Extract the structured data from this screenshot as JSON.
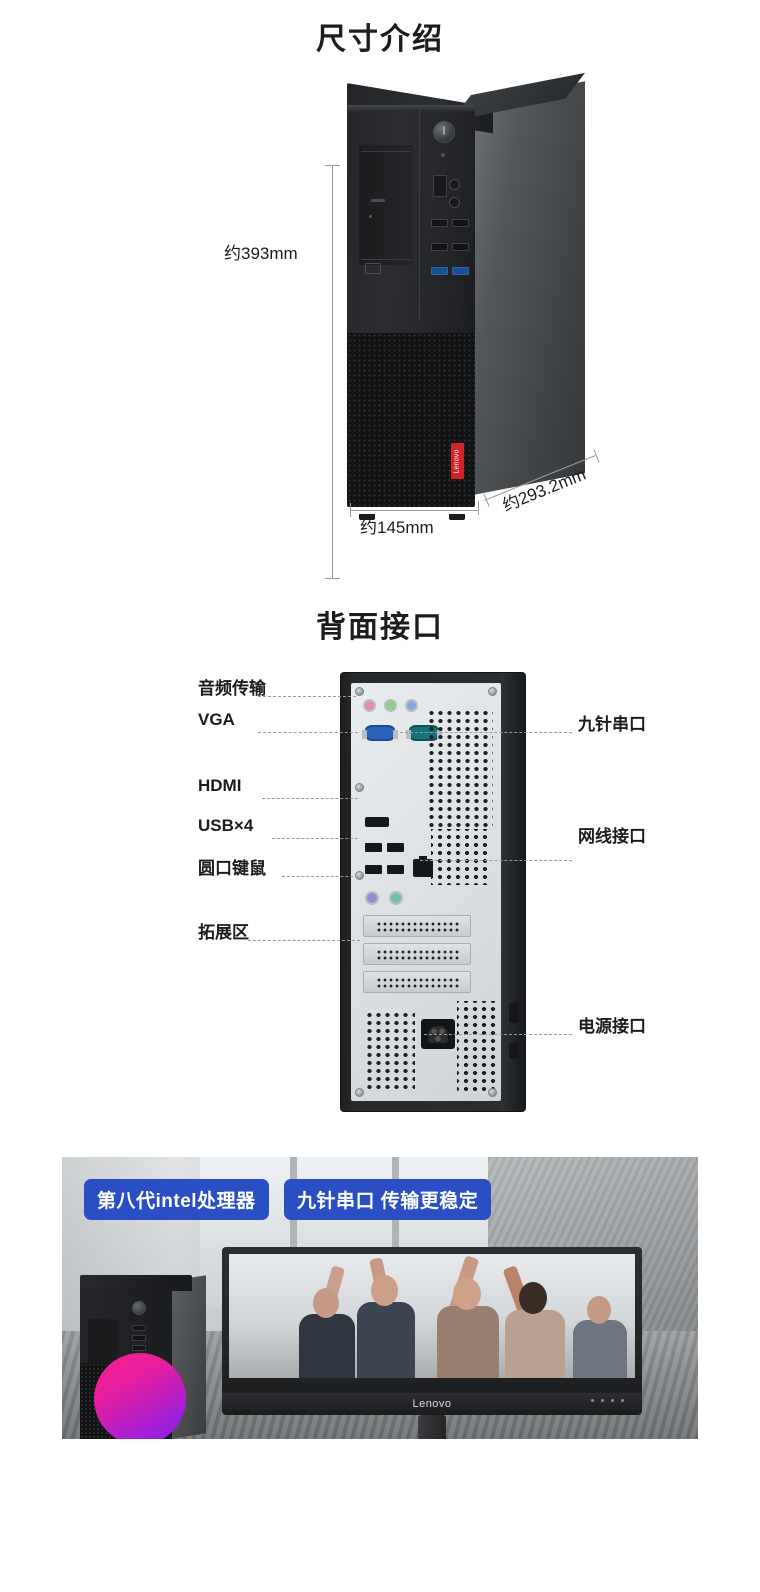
{
  "sections": {
    "dimension": {
      "title": "尺寸介绍",
      "height_label": "约393mm",
      "width_label": "约145mm",
      "depth_label": "约293.2mm",
      "brand_badge": "Lenovo"
    },
    "rear": {
      "title": "背面接口",
      "left_callouts": [
        {
          "label": "音频传输"
        },
        {
          "label": "VGA"
        },
        {
          "label": "HDMI"
        },
        {
          "label": "USB×4"
        },
        {
          "label": "圆口键鼠"
        },
        {
          "label": "拓展区"
        }
      ],
      "right_callouts": [
        {
          "label": "九针串口"
        },
        {
          "label": "网线接口"
        },
        {
          "label": "电源接口"
        }
      ]
    },
    "lifestyle": {
      "badges": [
        {
          "label": "第八代intel处理器"
        },
        {
          "label": "九针串口 传输更稳定"
        }
      ],
      "monitor_logo": "Lenovo"
    }
  },
  "colors": {
    "badge_blue": "#2a4fc4",
    "lenovo_red": "#d1232a",
    "text_dark": "#1c1c1c",
    "leader_gray": "#9a9a9a",
    "vga_blue": "#2b63b8",
    "serial_teal": "#15727d"
  }
}
